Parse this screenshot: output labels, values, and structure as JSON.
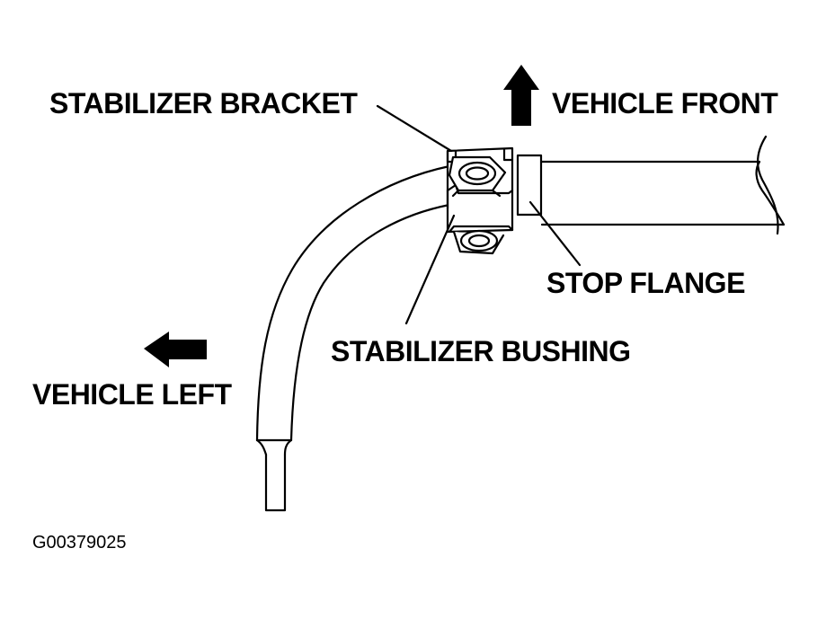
{
  "labels": {
    "stabilizer_bracket": "STABILIZER BRACKET",
    "vehicle_front": "VEHICLE FRONT",
    "stop_flange": "STOP FLANGE",
    "stabilizer_bushing": "STABILIZER BUSHING",
    "vehicle_left": "VEHICLE LEFT"
  },
  "figure_code": "G00379025",
  "colors": {
    "ink": "#000000",
    "paper": "#ffffff"
  }
}
